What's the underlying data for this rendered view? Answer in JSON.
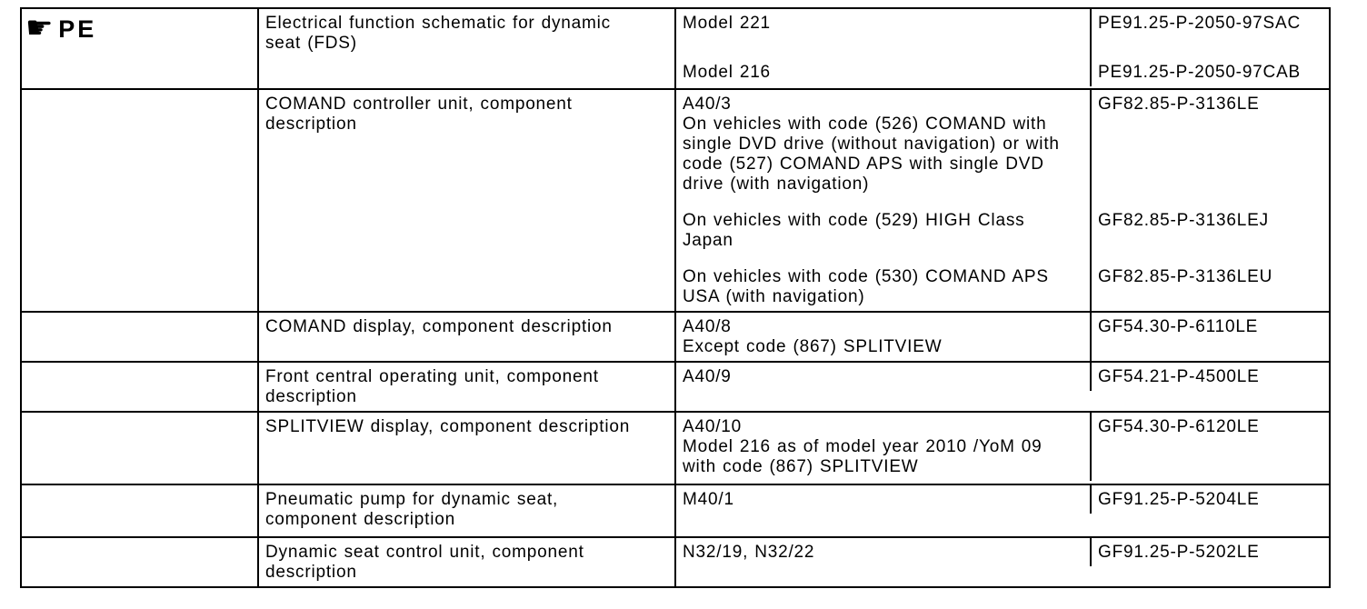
{
  "page": {
    "background_color": "#ffffff",
    "border_color": "#000000",
    "text_color": "#000000"
  },
  "header_cell": {
    "icon": "pointing-hand-icon",
    "icon_glyph": "☛",
    "label": "PE"
  },
  "rows": [
    {
      "description": "Electrical function schematic for dynamic\nseat (FDS)",
      "entries": [
        {
          "code": "Model 221",
          "ref": "PE91.25-P-2050-97SAC"
        },
        {
          "code": "Model 216",
          "ref": "PE91.25-P-2050-97CAB"
        }
      ]
    },
    {
      "description": "COMAND controller unit, component\ndescription",
      "entries": [
        {
          "code": "A40/3\nOn vehicles with code (526) COMAND with\nsingle DVD drive (without navigation) or with\ncode (527) COMAND APS with single DVD\ndrive (with navigation)",
          "ref": "GF82.85-P-3136LE"
        },
        {
          "code": "On vehicles with code (529) HIGH Class\nJapan",
          "ref": "GF82.85-P-3136LEJ"
        },
        {
          "code": "On vehicles with code (530) COMAND APS\nUSA (with navigation)",
          "ref": "GF82.85-P-3136LEU"
        }
      ]
    },
    {
      "description": "COMAND display, component description",
      "entries": [
        {
          "code": "A40/8\nExcept code (867) SPLITVIEW",
          "ref": "GF54.30-P-6110LE"
        }
      ]
    },
    {
      "description": "Front central operating unit, component\ndescription",
      "entries": [
        {
          "code": "A40/9",
          "ref": "GF54.21-P-4500LE"
        }
      ]
    },
    {
      "description": "SPLITVIEW display, component description",
      "entries": [
        {
          "code": "A40/10\nModel 216 as of model year 2010 /YoM 09\nwith code (867) SPLITVIEW",
          "ref": "GF54.30-P-6120LE"
        }
      ]
    },
    {
      "description": "Pneumatic pump for dynamic seat,\ncomponent description",
      "entries": [
        {
          "code": "M40/1",
          "ref": "GF91.25-P-5204LE"
        }
      ]
    },
    {
      "description": "Dynamic seat control unit, component\ndescription",
      "entries": [
        {
          "code": "N32/19, N32/22",
          "ref": "GF91.25-P-5202LE"
        }
      ]
    }
  ]
}
